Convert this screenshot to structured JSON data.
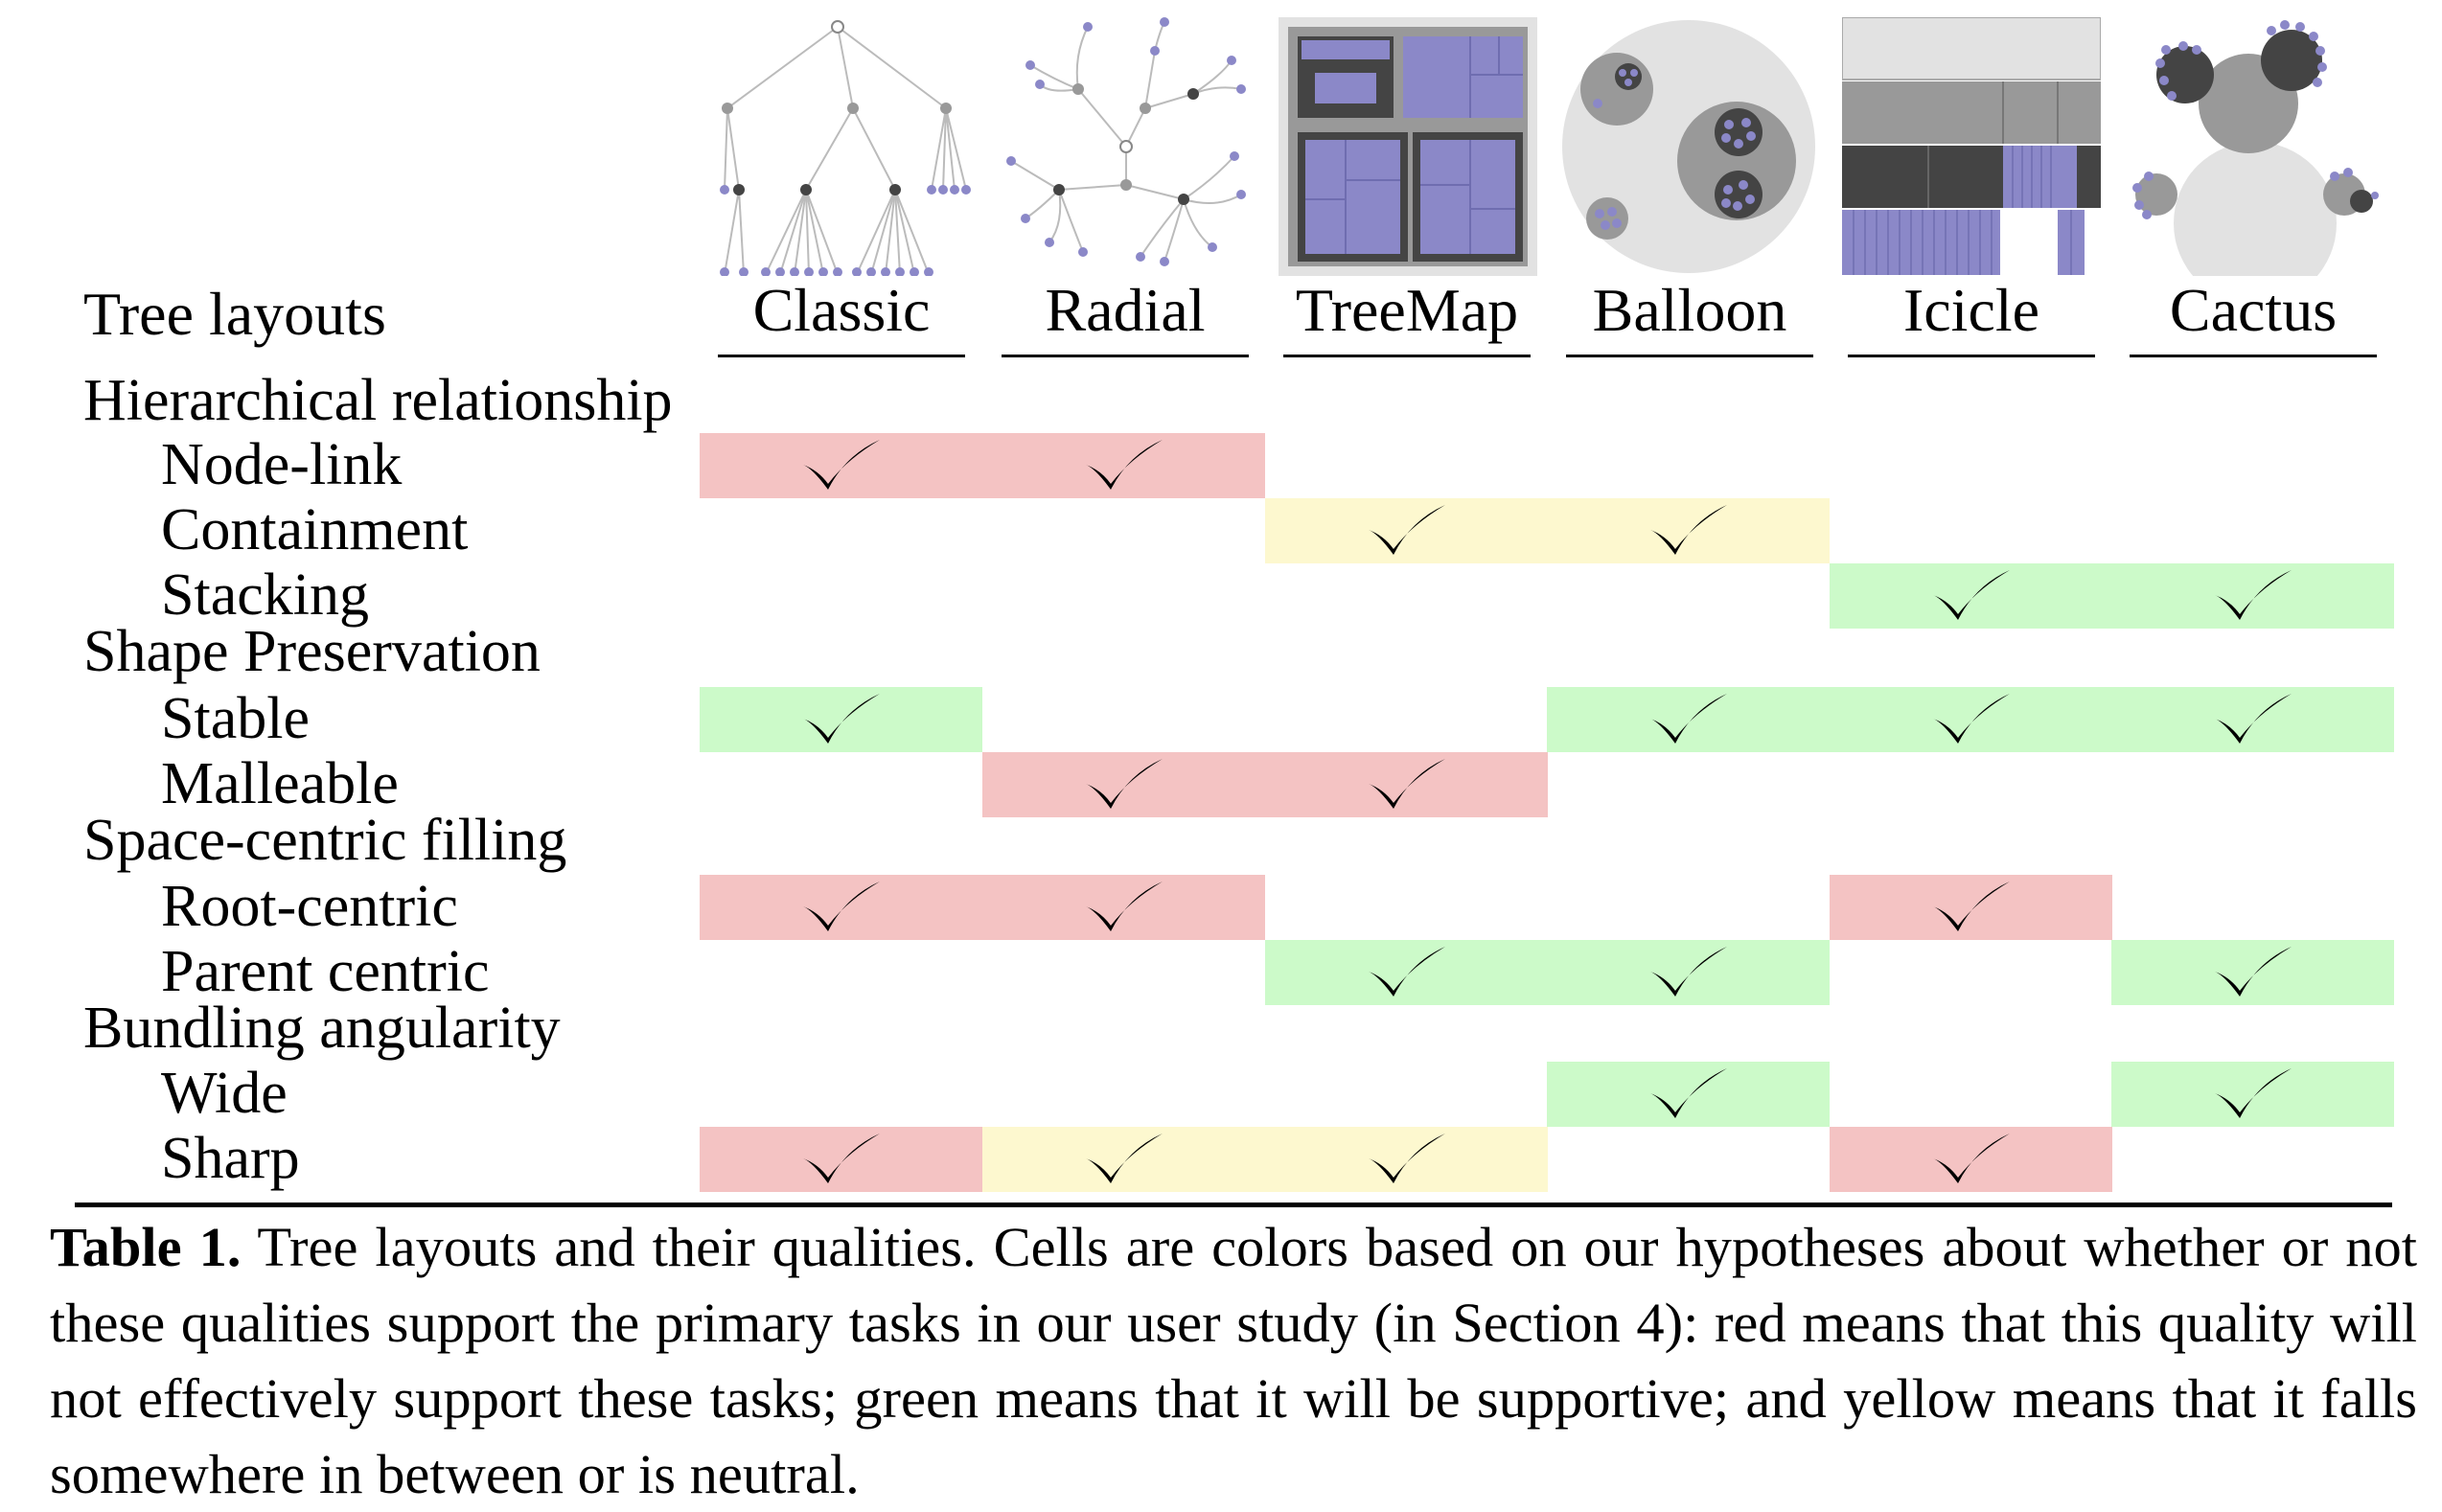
{
  "table": {
    "header_label": "Tree layouts",
    "columns": [
      {
        "name": "Classic",
        "icon": "classic-tree-icon"
      },
      {
        "name": "Radial",
        "icon": "radial-tree-icon"
      },
      {
        "name": "TreeMap",
        "icon": "treemap-icon"
      },
      {
        "name": "Balloon",
        "icon": "balloon-tree-icon"
      },
      {
        "name": "Icicle",
        "icon": "icicle-tree-icon"
      },
      {
        "name": "Cactus",
        "icon": "cactus-tree-icon"
      }
    ],
    "groups": [
      {
        "name": "Hierarchical relationship",
        "rows": [
          {
            "name": "Node-link",
            "cells": [
              "red",
              "red",
              "",
              "",
              "",
              ""
            ]
          },
          {
            "name": "Containment",
            "cells": [
              "",
              "",
              "yellow",
              "yellow",
              "",
              ""
            ]
          },
          {
            "name": "Stacking",
            "cells": [
              "",
              "",
              "",
              "",
              "green",
              "green"
            ]
          }
        ]
      },
      {
        "name": "Shape Preservation",
        "rows": [
          {
            "name": "Stable",
            "cells": [
              "green",
              "",
              "",
              "green",
              "green",
              "green"
            ]
          },
          {
            "name": "Malleable",
            "cells": [
              "",
              "red",
              "red",
              "",
              "",
              ""
            ]
          }
        ]
      },
      {
        "name": "Space-centric filling",
        "rows": [
          {
            "name": "Root-centric",
            "cells": [
              "red",
              "red",
              "",
              "",
              "red",
              ""
            ]
          },
          {
            "name": "Parent centric",
            "cells": [
              "",
              "",
              "green",
              "green",
              "",
              "green"
            ]
          }
        ]
      },
      {
        "name": "Bundling angularity",
        "rows": [
          {
            "name": "Wide",
            "cells": [
              "",
              "",
              "",
              "green",
              "",
              "green"
            ]
          },
          {
            "name": "Sharp",
            "cells": [
              "red",
              "yellow",
              "yellow",
              "",
              "red",
              ""
            ]
          }
        ]
      }
    ],
    "check_mark": "✓",
    "colors": {
      "red": "#f4c3c3",
      "yellow": "#fdf8cf",
      "green": "#ccfac9",
      "node_purple": "#8b88c8",
      "node_dark": "#444444",
      "node_gray": "#999999"
    }
  },
  "caption": {
    "label": "Table 1.",
    "text": " Tree layouts and their qualities. Cells are colors based on our hypotheses about whether or not these qualities support the primary tasks in our user study (in Section 4): red means that this quality will not effectively support these tasks; green means that it will be supportive; and yellow means that it falls somewhere in between or is neutral."
  }
}
